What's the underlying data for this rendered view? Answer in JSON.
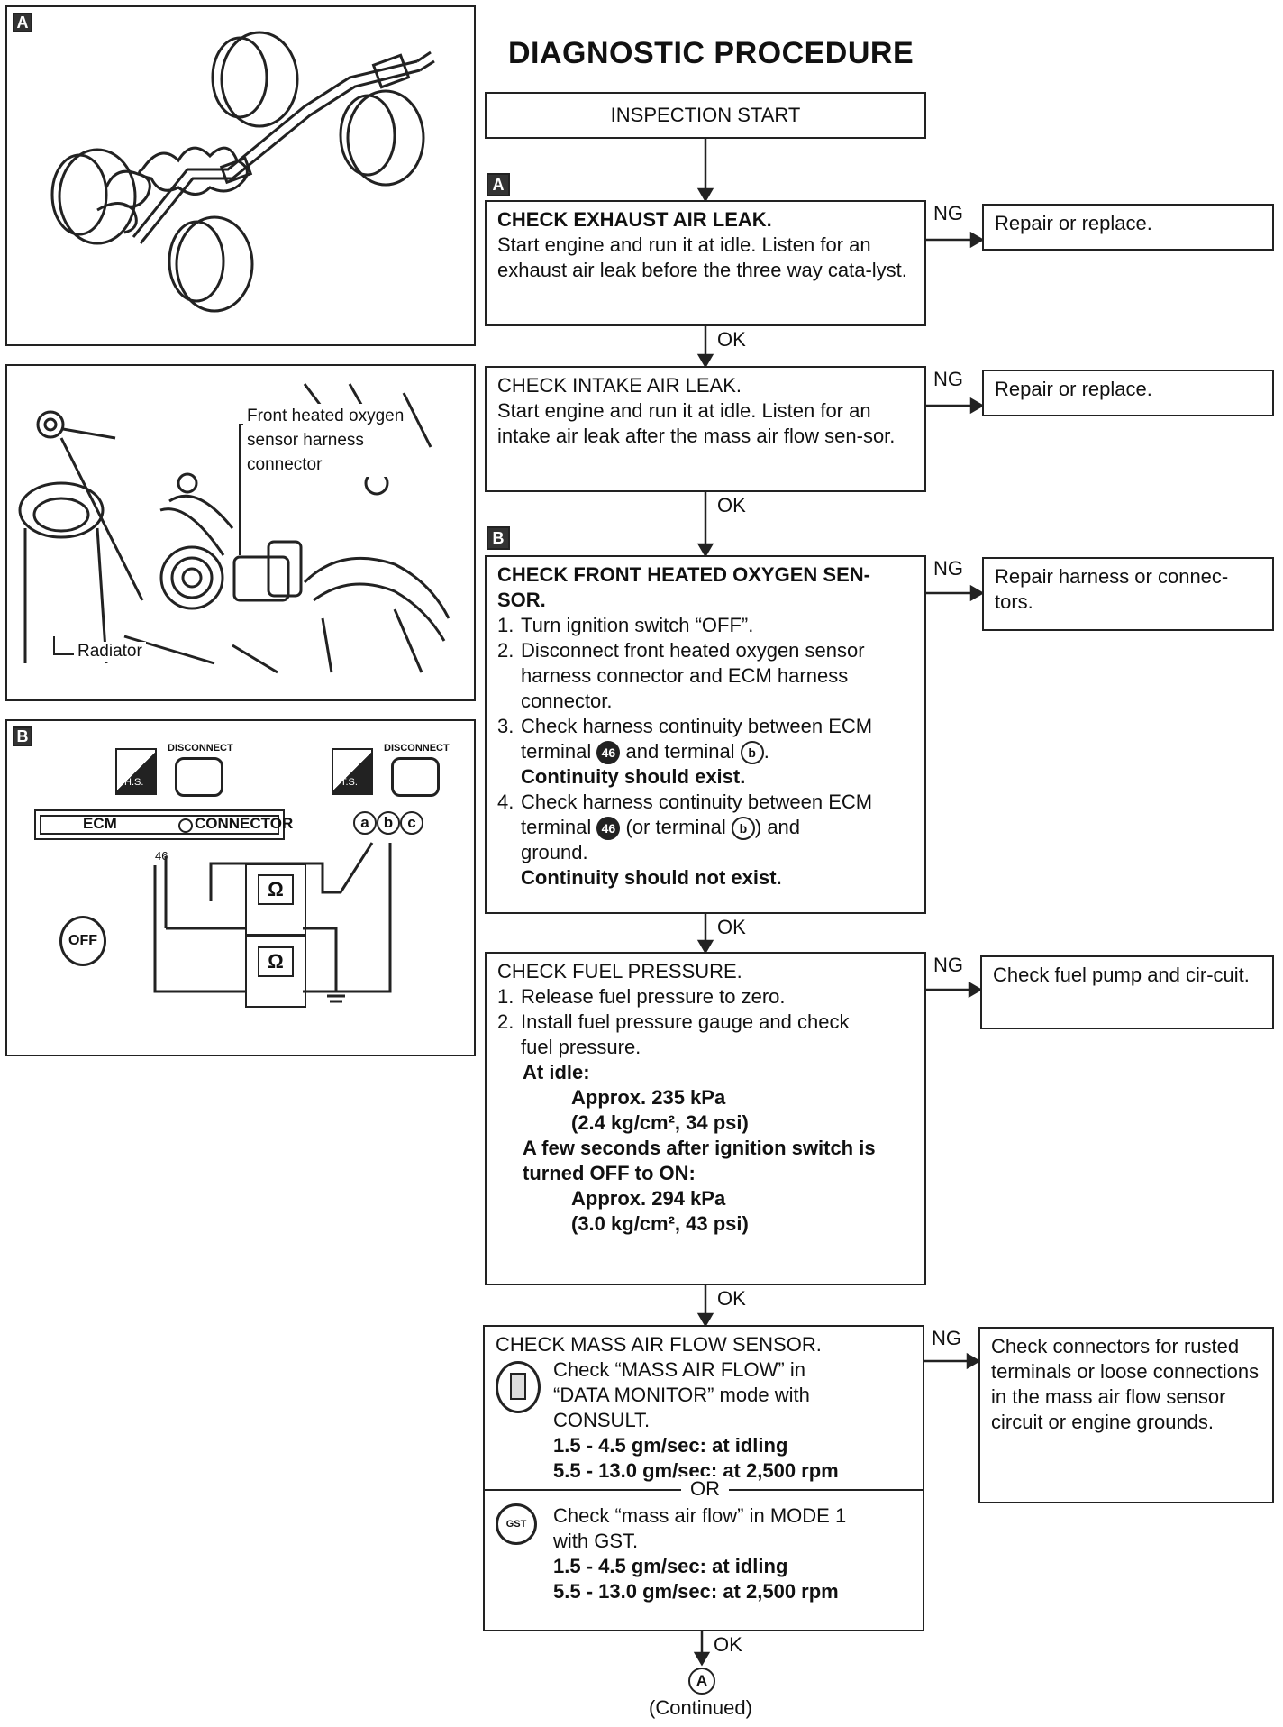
{
  "page": {
    "title": "DIAGNOSTIC PROCEDURE",
    "continued": "(Continued)",
    "end_connector": "A"
  },
  "labels": {
    "ok": "OK",
    "ng": "NG"
  },
  "figures": {
    "a": {
      "tag": "A"
    },
    "photo": {
      "callout_connector_line1": "Front heated oxygen",
      "callout_connector_line2": "sensor harness",
      "callout_connector_line3": "connector",
      "callout_radiator": "Radiator"
    },
    "b": {
      "tag": "B",
      "disconnect_1": "DISCONNECT",
      "disconnect_2": "DISCONNECT",
      "hs_label": "H.S.",
      "ts_label": "T.S.",
      "ecm_label": "ECM",
      "connector_label": "CONNECTOR",
      "pins": [
        "a",
        "b",
        "c"
      ],
      "terminal": "46",
      "ohm": "Ω",
      "off": "OFF"
    }
  },
  "flow": {
    "start": "INSPECTION START",
    "steps": [
      {
        "tag": "A",
        "heading": "CHECK EXHAUST AIR LEAK.",
        "text": "Start engine and run it at idle. Listen for an exhaust air leak before the three way cata-lyst.",
        "ng_action": "Repair or replace."
      },
      {
        "heading": "CHECK INTAKE AIR LEAK.",
        "text": "Start engine and run it at idle. Listen for an intake air leak after the mass air flow sen-sor.",
        "ng_action": "Repair or replace."
      },
      {
        "tag": "B",
        "heading_1": "CHECK FRONT HEATED OXYGEN SEN-",
        "heading_2": "SOR.",
        "item1": "Turn ignition switch “OFF”.",
        "item2_l1": "Disconnect front heated oxygen sensor",
        "item2_l2": "harness connector and ECM harness",
        "item2_l3": "connector.",
        "item3_l1": "Check harness continuity between ECM",
        "item3_l2a": "terminal",
        "item3_t1": "46",
        "item3_l2b": "and terminal",
        "item3_t2": "b",
        "item3_result": "Continuity should exist.",
        "item4_l1": "Check harness continuity between ECM",
        "item4_l2a": "terminal",
        "item4_t1": "46",
        "item4_l2b": "(or terminal",
        "item4_t2": "b",
        "item4_l2c": ") and",
        "item4_l3": "ground.",
        "item4_result": "Continuity should not exist.",
        "nums": [
          "1.",
          "2.",
          "3.",
          "4."
        ],
        "ng_action": "Repair harness or connec-tors."
      },
      {
        "heading": "CHECK FUEL PRESSURE.",
        "item1": "Release fuel pressure to zero.",
        "item2_l1": "Install fuel pressure gauge and check",
        "item2_l2": "fuel pressure.",
        "at_idle": "At idle:",
        "idle_val": "Approx. 235 kPa",
        "idle_conv": "(2.4 kg/cm², 34 psi)",
        "after_l1": "A few seconds after ignition switch is",
        "after_l2": "turned OFF to ON:",
        "after_val": "Approx. 294 kPa",
        "after_conv": "(3.0 kg/cm², 43 psi)",
        "nums": [
          "1.",
          "2."
        ],
        "ng_action": "Check fuel pump and cir-cuit."
      },
      {
        "heading": "CHECK MASS AIR FLOW SENSOR.",
        "consult_l1": "Check “MASS AIR FLOW” in",
        "consult_l2": "“DATA MONITOR” mode with",
        "consult_l3": "CONSULT.",
        "spec_idle": "1.5 - 4.5 gm/sec: at idling",
        "spec_rpm": "5.5 - 13.0 gm/sec: at 2,500 rpm",
        "or": "OR",
        "gst_l1": "Check “mass air flow” in MODE 1",
        "gst_l2": "with GST.",
        "gst_spec_idle": "1.5 - 4.5 gm/sec: at idling",
        "gst_spec_rpm": "5.5 - 13.0 gm/sec: at 2,500 rpm",
        "gst_icon_label": "GST",
        "ng_action": "Check connectors for rusted terminals or loose connections in the mass air flow sensor circuit or engine grounds."
      }
    ]
  }
}
